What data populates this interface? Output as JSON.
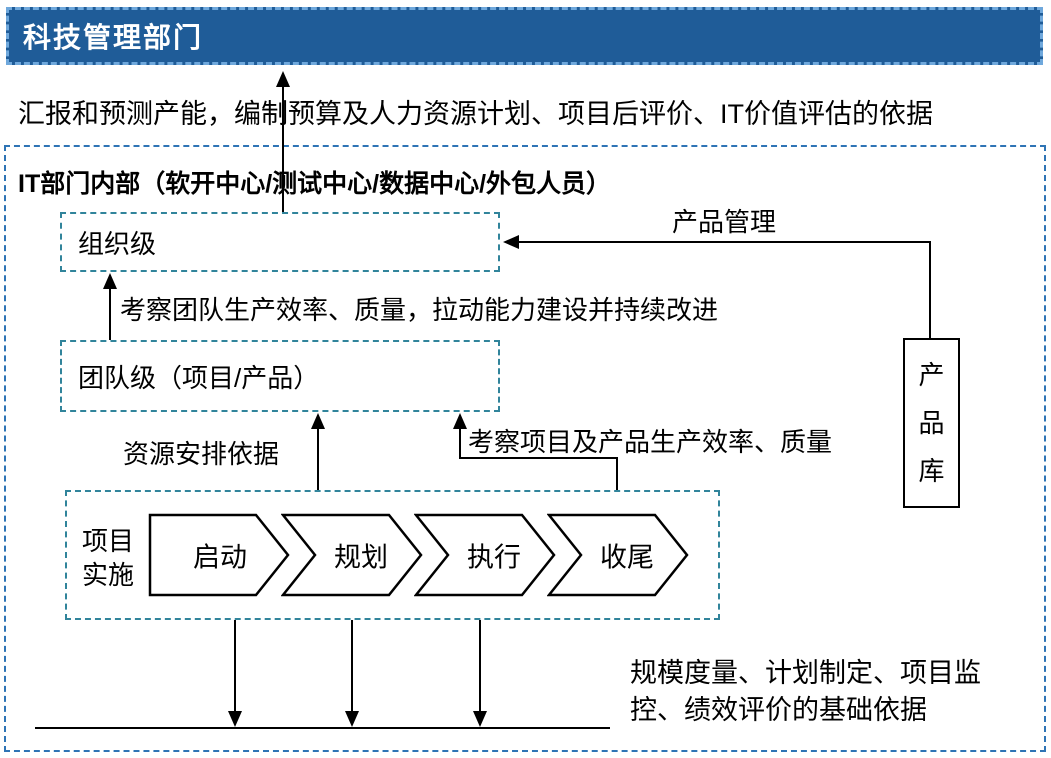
{
  "colors": {
    "header-bg": "#1F5C98",
    "header-border": "#6FA8DC",
    "outer-border": "#2E74B5",
    "inner-border": "#31849B",
    "line": "#000000",
    "text": "#000000"
  },
  "header": {
    "title": "科技管理部门"
  },
  "captions": {
    "top": "汇报和预测产能，编制预算及人力资源计划、项目后评价、IT价值评估的依据",
    "bottom": "规模度量、计划制定、项目监控、绩效评价的基础依据"
  },
  "diagram": {
    "title": "IT部门内部（软开中心/测试中心/数据中心/外包人员）",
    "org_level_label": "组织级",
    "team_level_label": "团队级（项目/产品）",
    "product_mgmt_label": "产品管理",
    "improve_label": "考察团队生产效率、质量，拉动能力建设并持续改进",
    "resource_label": "资源安排依据",
    "quality_label": "考察项目及产品生产效率、质量",
    "impl_label": "项目实施",
    "phases": [
      "启动",
      "规划",
      "执行",
      "收尾"
    ],
    "product_repo_label": "产品库"
  }
}
